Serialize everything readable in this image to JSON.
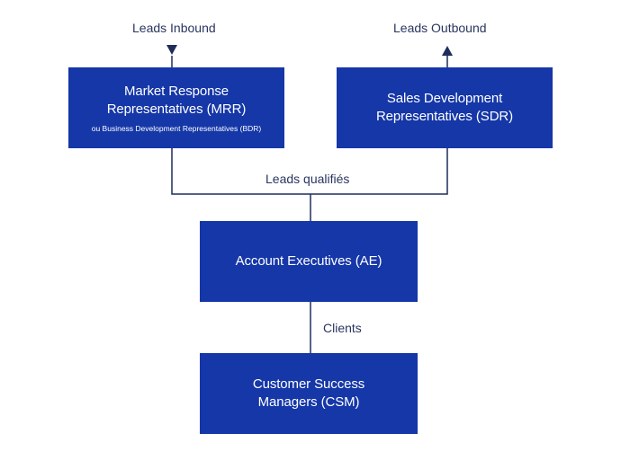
{
  "colors": {
    "box_fill": "#1537a8",
    "box_text": "#ffffff",
    "line": "#1e2d5a",
    "label_text": "#2a3560"
  },
  "labels": {
    "leads_inbound": "Leads Inbound",
    "leads_outbound": "Leads Outbound",
    "leads_qualified": "Leads qualifiés",
    "clients": "Clients"
  },
  "boxes": {
    "mrr": {
      "title_line1": "Market Response",
      "title_line2": "Representatives (MRR)",
      "subtitle": "ou Business Development Representatives  (BDR)"
    },
    "sdr": {
      "title_line1": "Sales Development",
      "title_line2": "Representatives (SDR)"
    },
    "ae": {
      "title_line1": "Account Executives (AE)"
    },
    "csm": {
      "title_line1": "Customer Success",
      "title_line2": "Managers (CSM)"
    }
  }
}
